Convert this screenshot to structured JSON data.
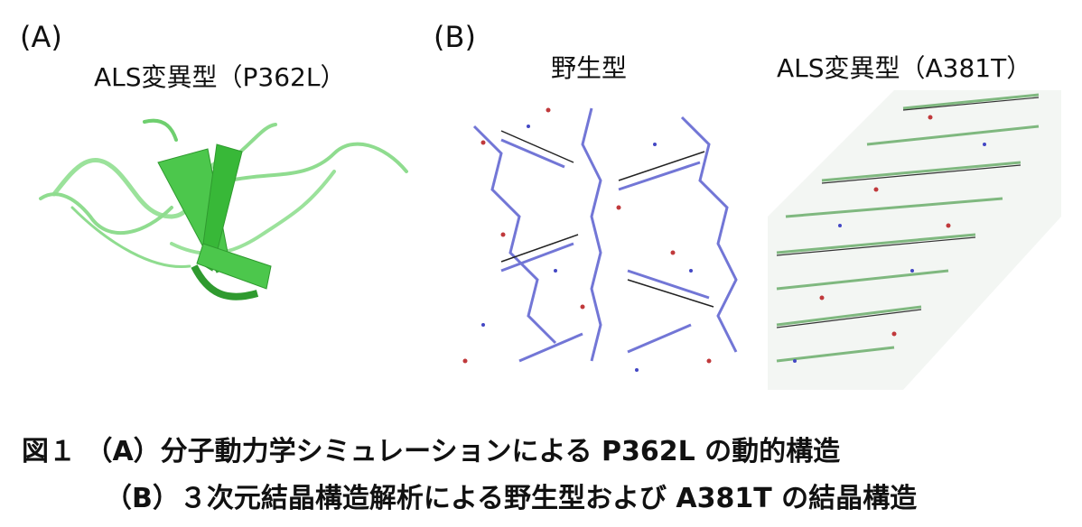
{
  "panel_a": {
    "label": "(A)",
    "title": "ALS変異型（P362L）"
  },
  "panel_b": {
    "label": "(B)",
    "left_title": "野生型",
    "right_title": "ALS変異型（A381T）"
  },
  "caption": {
    "line1_prefix": "図１",
    "line1_text": "（A）分子動力学シミュレーションによる P362L の動的構造",
    "line2_text": "（B）３次元結晶構造解析による野生型および A381T の結晶構造"
  },
  "colors": {
    "ribbon_green": "#3fbf3f",
    "ribbon_light": "#8fdc8f",
    "wildtype_blue": "#6b6fd6",
    "mutant_green": "#8ec88e",
    "atom_red": "#c0393b"
  }
}
